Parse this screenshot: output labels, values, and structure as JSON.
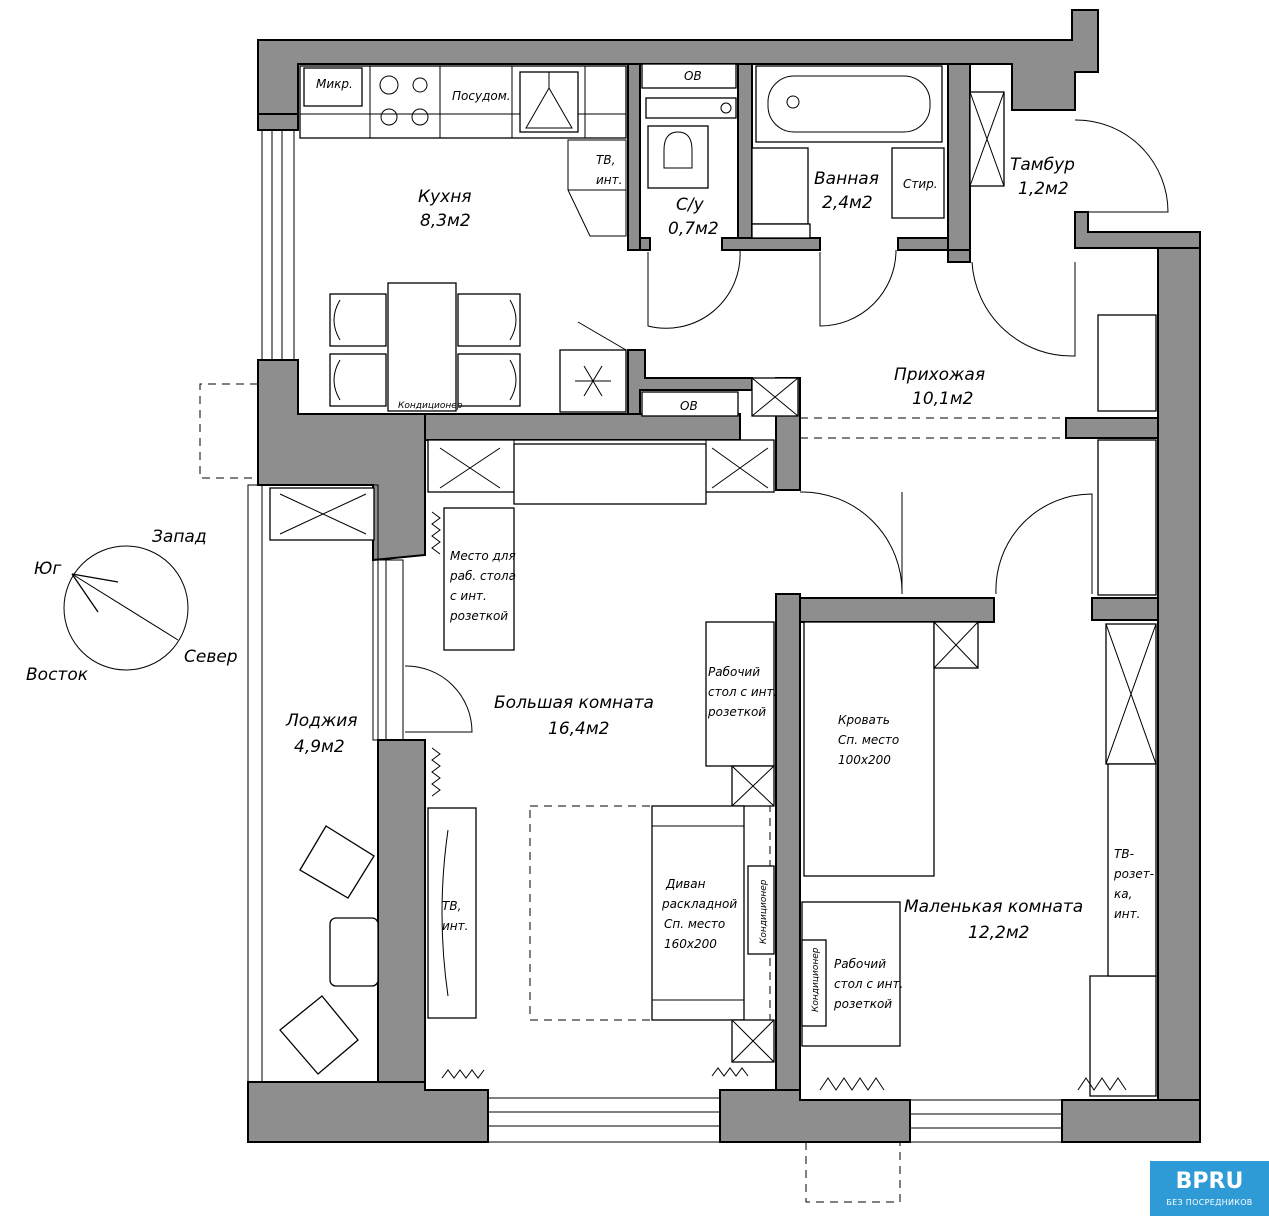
{
  "rooms": {
    "kitchen": {
      "name": "Кухня",
      "area": "8,3м2"
    },
    "wc": {
      "name": "С/у",
      "area": "0,7м2"
    },
    "bath": {
      "name": "Ванная",
      "area": "2,4м2"
    },
    "vestibule": {
      "name": "Тамбур",
      "area": "1,2м2"
    },
    "hall": {
      "name": "Прихожая",
      "area": "10,1м2"
    },
    "big_room": {
      "name": "Большая комната",
      "area": "16,4м2"
    },
    "small_room": {
      "name": "Маленькая комната",
      "area": "12,2м2"
    },
    "loggia": {
      "name": "Лоджия",
      "area": "4,9м2"
    }
  },
  "labels": {
    "micro": "Микр.",
    "dishwasher": "Посудом.",
    "tv_kitchen_1": "ТВ,",
    "tv_kitchen_2": "инт.",
    "ov_top": "ОВ",
    "ov_bottom": "ОВ",
    "washer": "Стир.",
    "conditioner_kitchen": "Кондиционер",
    "conditioner_big": "Кондиционер",
    "conditioner_small": "Кондиционер",
    "work_place_1": "Место для",
    "work_place_2": "раб. стола",
    "work_place_3": "с инт.",
    "work_place_4": "розеткой",
    "desk_big_1": "Рабочий",
    "desk_big_2": "стол с инт.",
    "desk_big_3": "розеткой",
    "bed_1": "Кровать",
    "bed_2": "Сп. место",
    "bed_3": "100x200",
    "sofa_1": "Диван",
    "sofa_2": "раскладной",
    "sofa_3": "Сп. место",
    "sofa_4": "160x200",
    "tv_big_1": "ТВ,",
    "tv_big_2": "инт.",
    "desk_small_1": "Рабочий",
    "desk_small_2": "стол с инт.",
    "desk_small_3": "розеткой",
    "tv_small_1": "ТВ-",
    "tv_small_2": "розет-",
    "tv_small_3": "ка,",
    "tv_small_4": "инт."
  },
  "compass": {
    "west": "Запад",
    "south": "Юг",
    "north": "Север",
    "east": "Восток"
  },
  "logo": {
    "brand": "BPRU",
    "tagline": "БЕЗ ПОСРЕДНИКОВ"
  },
  "colors": {
    "wall": "#8e8e8e",
    "logo_bg": "#2f9bd6"
  }
}
